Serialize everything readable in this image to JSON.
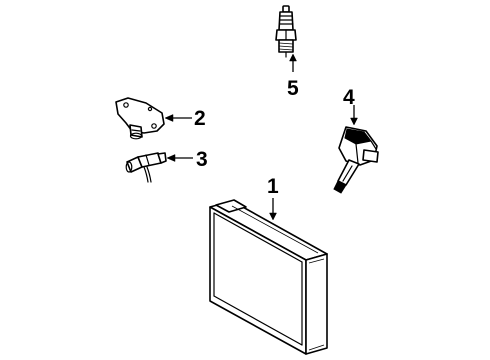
{
  "diagram": {
    "callouts": [
      {
        "id": "1",
        "label": "1",
        "part": "engine-control-module"
      },
      {
        "id": "2",
        "label": "2",
        "part": "sensor-bracket"
      },
      {
        "id": "3",
        "label": "3",
        "part": "position-sensor"
      },
      {
        "id": "4",
        "label": "4",
        "part": "ignition-coil"
      },
      {
        "id": "5",
        "label": "5",
        "part": "spark-plug"
      }
    ],
    "colors": {
      "line": "#000000",
      "background": "#ffffff"
    }
  }
}
